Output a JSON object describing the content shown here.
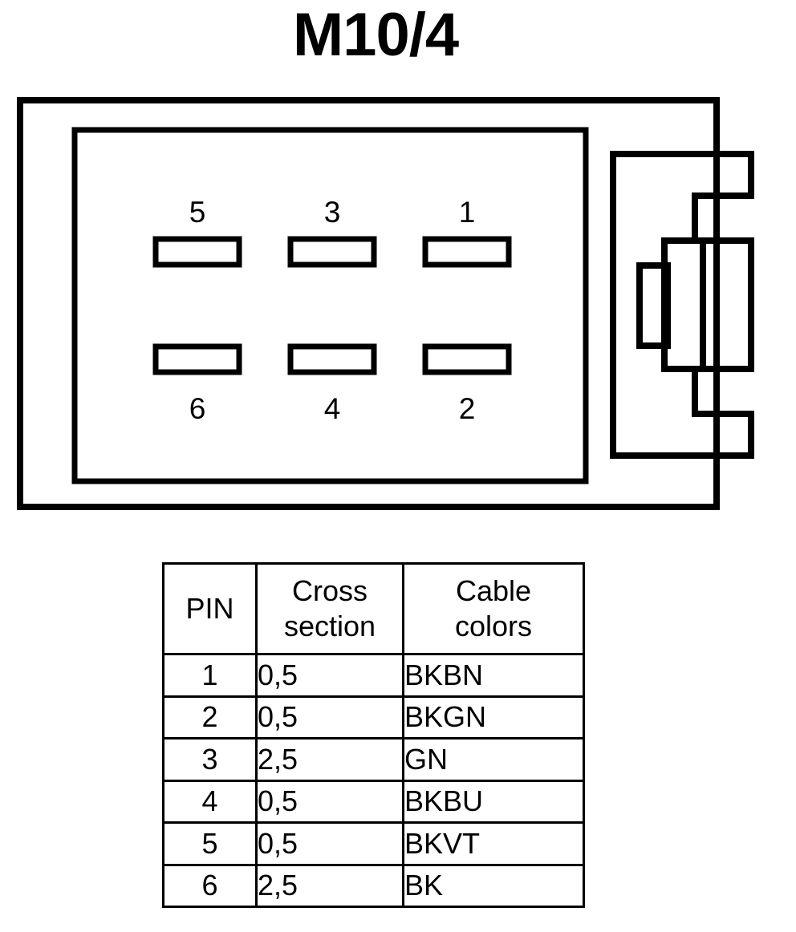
{
  "title": "M10/4",
  "connector": {
    "name": "connector-diagram",
    "pin_labels_top": [
      "5",
      "3",
      "1"
    ],
    "pin_labels_bottom": [
      "6",
      "4",
      "2"
    ],
    "stroke_color": "#000000",
    "fill_color": "#ffffff"
  },
  "table": {
    "headers": {
      "pin": "PIN",
      "cross_line1": "Cross",
      "cross_line2": "section",
      "color_line1": "Cable",
      "color_line2": "colors"
    },
    "rows": [
      {
        "pin": "1",
        "cross_section": "0,5",
        "cable_colors": "BKBN"
      },
      {
        "pin": "2",
        "cross_section": "0,5",
        "cable_colors": "BKGN"
      },
      {
        "pin": "3",
        "cross_section": "2,5",
        "cable_colors": "GN"
      },
      {
        "pin": "4",
        "cross_section": "0,5",
        "cable_colors": "BKBU"
      },
      {
        "pin": "5",
        "cross_section": "0,5",
        "cable_colors": "BKVT"
      },
      {
        "pin": "6",
        "cross_section": "2,5",
        "cable_colors": "BK"
      }
    ]
  }
}
